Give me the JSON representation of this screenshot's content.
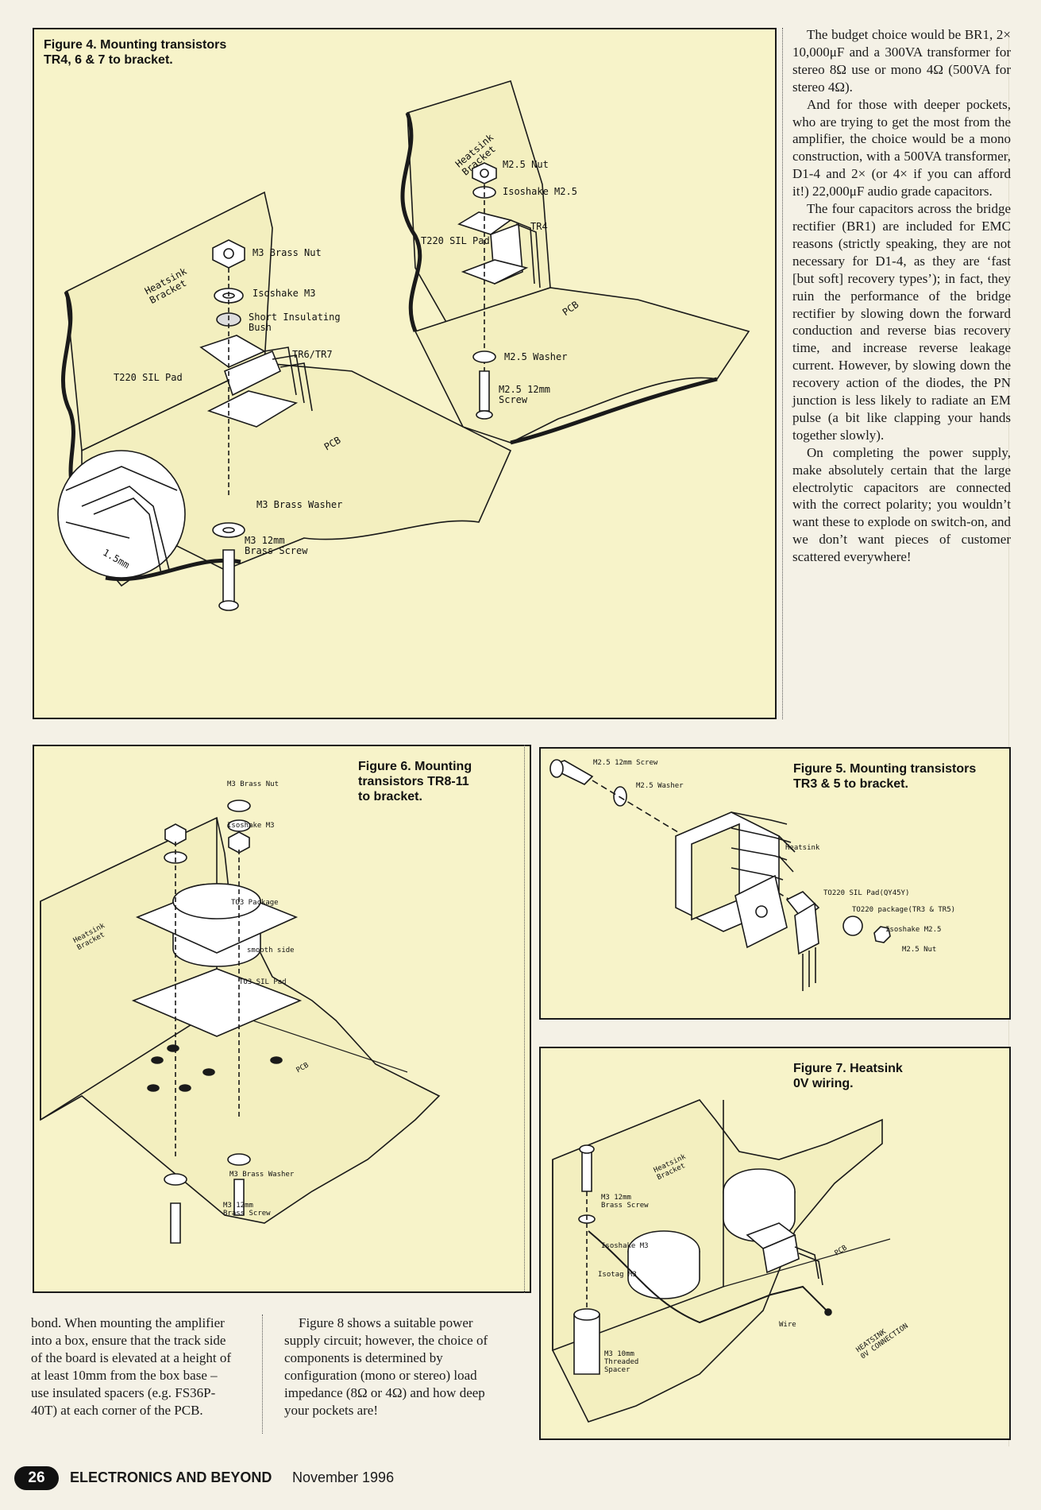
{
  "figures": {
    "fig4": {
      "title": "Figure 4. Mounting transistors\nTR4, 6 & 7 to bracket.",
      "labels": {
        "m3_brass_nut": "M3 Brass Nut",
        "heatsink_bracket_left": "Heatsink\nBracket",
        "isoshake_m3": "Isoshake M3",
        "short_bush": "Short Insulating\nBush",
        "tr6_tr7": "TR6/TR7",
        "t220_pad_left": "T220 SIL Pad",
        "pcb_left": "PCB",
        "m3_brass_washer": "M3 Brass Washer",
        "m3_screw": "M3 12mm\nBrass Screw",
        "dim": "1.5mm",
        "heatsink_bracket_right": "Heatsink\nBracket",
        "m25_nut": "M2.5 Nut",
        "isoshake_m25": "Isoshake M2.5",
        "tr4": "TR4",
        "t220_pad_right": "T220 SIL Pad",
        "pcb_right": "PCB",
        "m25_washer": "M2.5 Washer",
        "m25_screw": "M2.5 12mm\nScrew"
      }
    },
    "fig6": {
      "title": "Figure 6. Mounting\ntransistors TR8-11\nto bracket.",
      "labels": {
        "m3_brass_nut": "M3 Brass Nut",
        "isoshake_m3": "Isoshake M3",
        "heatsink_bracket": "Heatsink\nBracket",
        "to3_package": "TO3 Package",
        "smooth_side": "smooth side",
        "to3_sil_pad": "TO3 SIL Pad",
        "pcb": "PCB",
        "m3_brass_washer": "M3 Brass Washer",
        "m3_screw": "M3 12mm\nBrass Screw"
      }
    },
    "fig5": {
      "title": "Figure 5. Mounting transistors\nTR3 & 5 to bracket.",
      "labels": {
        "m25_screw": "M2.5 12mm Screw",
        "m25_washer": "M2.5 Washer",
        "heatsink": "Heatsink",
        "sil_pad": "TO220 SIL Pad(QY45Y)",
        "package": "TO220 package(TR3 & TR5)",
        "isoshake_m25": "Isoshake M2.5",
        "m25_nut": "M2.5 Nut"
      }
    },
    "fig7": {
      "title": "Figure 7. Heatsink\n0V wiring.",
      "labels": {
        "heatsink_bracket": "Heatsink\nBracket",
        "m3_screw": "M3 12mm\nBrass Screw",
        "isoshake_m3": "Isoshake M3",
        "isotag_m3": "Isotag M3",
        "spacer": "M3 10mm\nThreaded\nSpacer",
        "pcb": "PCB",
        "wire": "Wire",
        "heatsink_connection": "HEATSINK\n0V CONNECTION"
      }
    }
  },
  "right_column": {
    "paragraphs": [
      "The budget choice would be BR1, 2× 10,000μF and a 300VA transformer for stereo 8Ω use or mono 4Ω (500VA for stereo 4Ω).",
      "And for those with deeper pockets, who are trying to get the most from the amplifier, the choice would be a mono construction, with a 500VA transformer, D1-4 and 2× (or 4× if you can afford it!) 22,000μF audio grade capacitors.",
      "The four capacitors across the bridge rectifier (BR1) are included for EMC reasons (strictly speaking, they are not necessary for D1-4, as they are ‘fast [but soft] recovery types’); in fact, they ruin the performance of the bridge rectifier by slowing down the forward conduction and reverse bias recovery time, and increase reverse leakage current. However, by slowing down the recovery action of the diodes, the PN junction is less likely to radiate an EM pulse (a bit like clapping your hands together slowly).",
      "On completing the power supply, make absolutely certain that the large electrolytic capacitors are connected with the correct polarity; you wouldn’t want these to explode on switch-on, and we don’t want pieces of customer scattered everywhere!"
    ]
  },
  "bottom_text": {
    "left": "bond. When mounting the amplifier into a box, ensure that the track side of the board is elevated at a height of at least 10mm from the box base – use insulated spacers (e.g. FS36P-40T) at each corner of the PCB.",
    "middle": "Figure 8 shows a suitable power supply circuit; however, the choice of components is determined by configuration (mono or stereo) load impedance (8Ω or 4Ω) and how deep your pockets are!"
  },
  "footer": {
    "page_number": "26",
    "magazine": "ELECTRONICS AND BEYOND",
    "date": "November 1996"
  }
}
